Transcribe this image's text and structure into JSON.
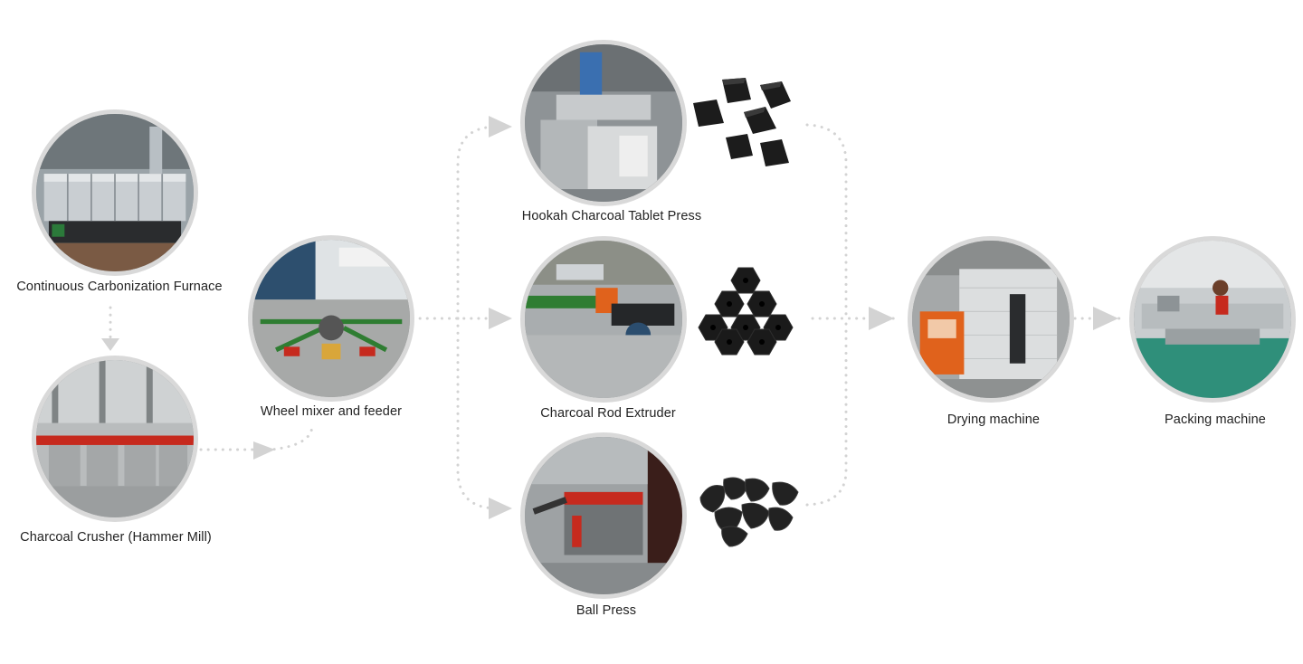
{
  "nodes": {
    "furnace": {
      "label": "Continuous Carbonization Furnace",
      "icon": "carbonization-furnace-photo"
    },
    "crusher": {
      "label": "Charcoal Crusher (Hammer Mill)",
      "icon": "hammer-mill-photo"
    },
    "mixer": {
      "label": "Wheel mixer and feeder",
      "icon": "wheel-mixer-photo"
    },
    "tablet_press": {
      "label": "Hookah Charcoal Tablet Press",
      "icon": "tablet-press-photo"
    },
    "rod_extruder": {
      "label": "Charcoal Rod Extruder",
      "icon": "rod-extruder-photo"
    },
    "ball_press": {
      "label": "Ball Press",
      "icon": "ball-press-photo"
    },
    "dryer": {
      "label": "Drying machine",
      "icon": "drying-machine-photo"
    },
    "packer": {
      "label": "Packing machine",
      "icon": "packing-machine-photo"
    }
  },
  "products": {
    "cubes": {
      "icon": "charcoal-cubes-image"
    },
    "hex_rods": {
      "icon": "hexagonal-charcoal-rods-image"
    },
    "pillows": {
      "icon": "pillow-charcoal-briquettes-image"
    }
  },
  "colors": {
    "connector": "#d3d3d3",
    "circle_border": "#d9d9d9",
    "label_text": "#222222",
    "charcoal": "#1c1c1c",
    "machine_red": "#c62a1e",
    "machine_green": "#2f7d32",
    "machine_orange": "#e0621c",
    "factory_floor": "#9fa3a3"
  }
}
